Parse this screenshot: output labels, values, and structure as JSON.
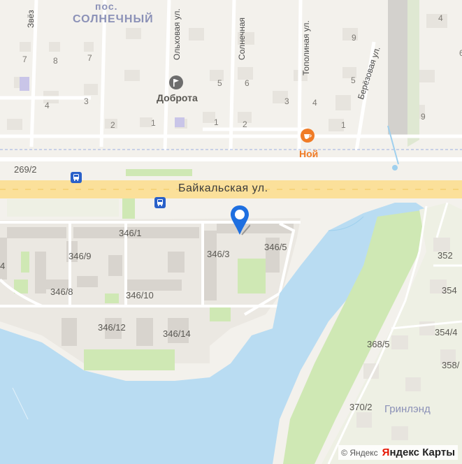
{
  "district_top": "пос.",
  "district_name": "СОЛНЕЧНЫЙ",
  "streets": {
    "main": "Байкальская ул.",
    "olkhovaya": "Ольховая ул.",
    "solnechnaya": "Солнечная",
    "topolinaya": "Тополиная ул.",
    "berezovaya": "Берёзовая ул.",
    "zvezd": "Звёз"
  },
  "pois": {
    "dobrota": "Доброта",
    "noy": "Ной",
    "grinlend": "Гринлэнд"
  },
  "colors": {
    "noy": "#f07c27",
    "dobrota_icon": "#6d6d6d",
    "water": "#b9dcf2",
    "park": "#cfe8b4",
    "highway": "#fbe09a",
    "pin": "#1e6fe0",
    "bus_stop": "#2960c9"
  },
  "block_numbers": {
    "n7a": "7",
    "n8": "8",
    "n7b": "7",
    "n4a": "4",
    "n3a": "3",
    "n2a": "2",
    "n1a": "1",
    "n5a": "5",
    "n6": "6",
    "n1b": "1",
    "n2b": "2",
    "n3b": "3",
    "n4b": "4",
    "n9a": "9",
    "n5b": "5",
    "n1c": "1",
    "n9b": "9",
    "n4c": "4",
    "n6c": "6"
  },
  "complex_numbers": {
    "b269_2": "269/2",
    "b346_1": "346/1",
    "b346_3": "346/3",
    "b346_5": "346/5",
    "b346_9": "346/9",
    "b346_8": "346/8",
    "b346_10": "346/10",
    "b346_12": "346/12",
    "b346_14": "346/14",
    "b352": "352",
    "b354": "354",
    "b354_4": "354/4",
    "b358": "358/",
    "b368_5": "368/5",
    "b370_2": "370/2",
    "b4": "4"
  },
  "attribution": {
    "copyright": "© Яндекс",
    "logo_first": "Я",
    "logo_rest": "ндекс Карты"
  }
}
